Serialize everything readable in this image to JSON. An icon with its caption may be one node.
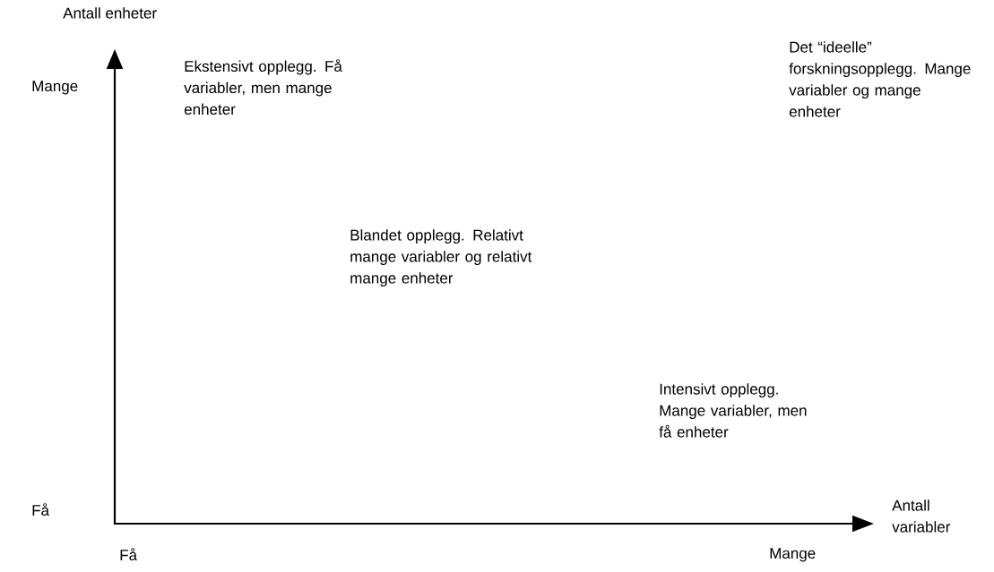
{
  "diagram": {
    "labels": [
      "Antall enheter",
      "Mange",
      "Ekstensivt opplegg. Få variabler, men mange enheter",
      "Det “ideelle” forskningsopplegg. Mange variabler og mange enheter",
      "Blandet opplegg. Relativt mange variabler og relativt mange enheter",
      "Intensivt opplegg. Mange variabler, men få enheter",
      "Få",
      "Antall variabler",
      "Få",
      "Mange"
    ]
  }
}
